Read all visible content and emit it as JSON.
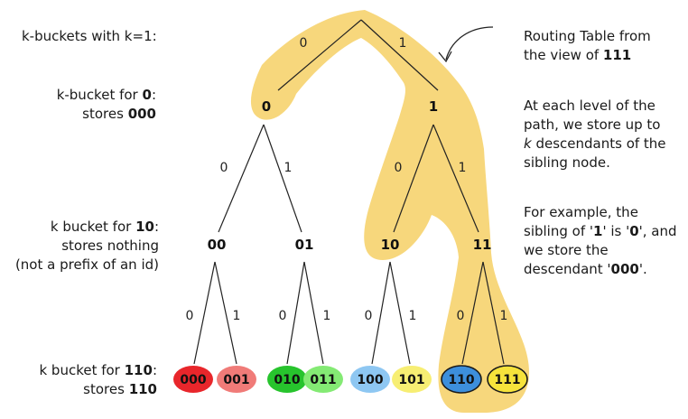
{
  "left_labels": {
    "header": "k-buckets with k=1:",
    "bucket0": {
      "line1_pre": "k-bucket for ",
      "line1_bold": "0",
      "line1_post": ":",
      "line2_pre": "stores ",
      "line2_bold": "000"
    },
    "bucket10": {
      "line1_pre": "k bucket for ",
      "line1_bold": "10",
      "line1_post": ":",
      "line2": "stores nothing",
      "line3": "(not a prefix of an id)"
    },
    "bucket110": {
      "line1_pre": "k bucket for ",
      "line1_bold": "110",
      "line1_post": ":",
      "line2_pre": "stores ",
      "line2_bold": "110"
    }
  },
  "right_text": {
    "title_line1": "Routing Table from",
    "title_line2_pre": "the view of ",
    "title_line2_bold": "111",
    "para1": [
      "At each level of the",
      "path, we store up to"
    ],
    "para1_k": "k",
    "para1_line3_rest": " descendants of the",
    "para1_line4": "sibling node.",
    "para2_line1": "For example, the",
    "para2_line2_pre": "sibling of '",
    "para2_line2_b1": "1",
    "para2_line2_mid": "' is '",
    "para2_line2_b2": "0",
    "para2_line2_post": "', and",
    "para2_line3": "we store the",
    "para2_line4_pre": "descendant '",
    "para2_line4_bold": "000",
    "para2_line4_post": "'."
  },
  "tree": {
    "nodes": [
      {
        "id": "0",
        "label": "0"
      },
      {
        "id": "1",
        "label": "1"
      },
      {
        "id": "00",
        "label": "00"
      },
      {
        "id": "01",
        "label": "01"
      },
      {
        "id": "10",
        "label": "10"
      },
      {
        "id": "11",
        "label": "11"
      }
    ],
    "edge_labels": {
      "root_0": "0",
      "root_1": "1",
      "n0_0": "0",
      "n0_1": "1",
      "n1_0": "0",
      "n1_1": "1",
      "n00_0": "0",
      "n00_1": "1",
      "n01_0": "0",
      "n01_1": "1",
      "n10_0": "0",
      "n10_1": "1",
      "n11_0": "0",
      "n11_1": "1"
    },
    "leaves": [
      {
        "id": "000",
        "label": "000",
        "color": "#e8262b",
        "highlight": false
      },
      {
        "id": "001",
        "label": "001",
        "color": "#f07b78",
        "highlight": false
      },
      {
        "id": "010",
        "label": "010",
        "color": "#27c42d",
        "highlight": false
      },
      {
        "id": "011",
        "label": "011",
        "color": "#84ea74",
        "highlight": false
      },
      {
        "id": "100",
        "label": "100",
        "color": "#8ec7f2",
        "highlight": false
      },
      {
        "id": "101",
        "label": "101",
        "color": "#f7ee73",
        "highlight": false
      },
      {
        "id": "110",
        "label": "110",
        "color": "#3d8fdc",
        "highlight": true
      },
      {
        "id": "111",
        "label": "111",
        "color": "#f6e33b",
        "highlight": true
      }
    ]
  },
  "colors": {
    "highlight_band": "#f7d77c",
    "line": "#222222",
    "node_text": "#111111"
  },
  "icons": {
    "arrow": "curved-arrow-icon"
  }
}
